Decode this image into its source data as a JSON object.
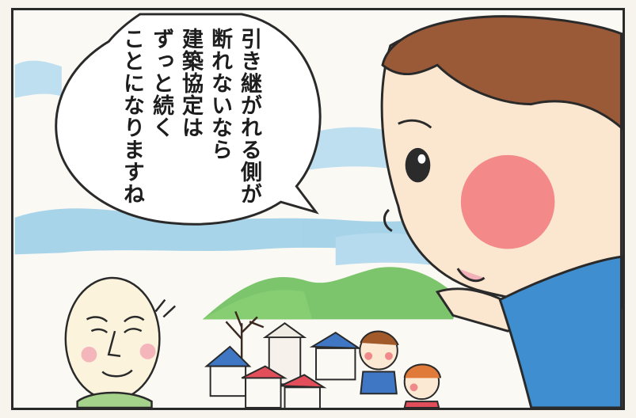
{
  "speech_bubble": {
    "lines": [
      "引き継がれる側が",
      "断れないなら",
      "建築協定は",
      "ずっと続く",
      "ことになりますね"
    ]
  }
}
